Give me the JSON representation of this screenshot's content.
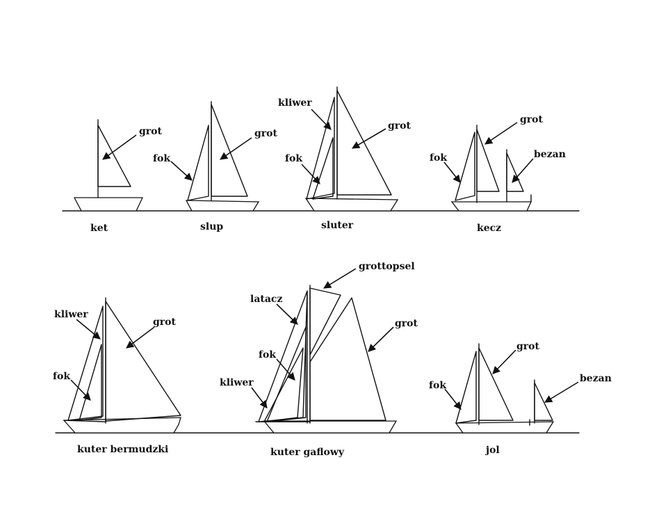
{
  "boats": [
    {
      "name": "ket",
      "labels": {
        "grot": "grot"
      }
    },
    {
      "name": "slup",
      "labels": {
        "fok": "fok",
        "grot": "grot"
      }
    },
    {
      "name": "sluter",
      "labels": {
        "kliwer": "kliwer",
        "fok": "fok",
        "grot": "grot"
      }
    },
    {
      "name": "kecz",
      "labels": {
        "fok": "fok",
        "grot": "grot",
        "bezan": "bezan"
      }
    },
    {
      "name": "kuter bermudzki",
      "labels": {
        "kliwer": "kliwer",
        "fok": "fok",
        "grot": "grot"
      }
    },
    {
      "name": "kuter gaflowy",
      "labels": {
        "latacz": "latacz",
        "fok": "fok",
        "kliwer": "kliwer",
        "grottopsel": "grottopsel",
        "grot": "grot"
      }
    },
    {
      "name": "jol",
      "labels": {
        "fok": "fok",
        "grot": "grot",
        "bezan": "bezan"
      }
    }
  ]
}
